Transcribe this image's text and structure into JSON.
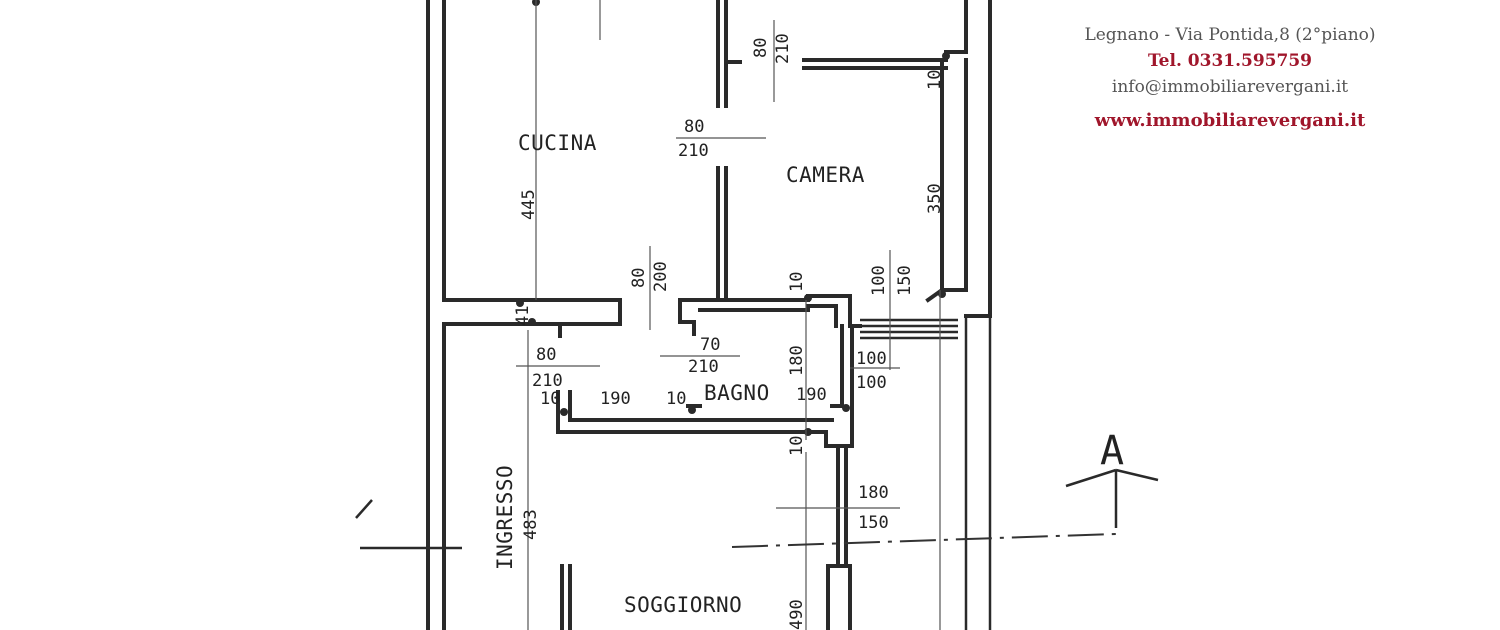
{
  "agency": {
    "address": "Legnano - Via Pontida,8 (2°piano)",
    "phone": "Tel. 0331.595759",
    "email": "info@immobiliarevergani.it",
    "website": "www.immobiliarevergani.it",
    "accent_color": "#a0162b"
  },
  "rooms": {
    "cucina": "CUCINA",
    "camera": "CAMERA",
    "bagno": "BAGNO",
    "ingresso": "INGRESSO",
    "soggiorno": "SOGGIORNO"
  },
  "section_marker": "A",
  "dimensions": {
    "d_80a": "80",
    "d_210a": "210",
    "d_80b": "80",
    "d_210b": "210",
    "d_10a": "10",
    "d_350": "350",
    "d_445": "445",
    "d_80c": "80",
    "d_200": "200",
    "d_10b": "10",
    "d_100a": "100",
    "d_150a": "150",
    "d_41": "41",
    "d_80d": "80",
    "d_210c": "210",
    "d_70": "70",
    "d_210d": "210",
    "d_180a": "180",
    "d_100b": "100",
    "d_100c": "100",
    "d_10c": "10",
    "d_190a": "190",
    "d_10d": "10",
    "d_190b": "190",
    "d_10e": "10",
    "d_180b": "180",
    "d_150b": "150",
    "d_483": "483",
    "d_490": "490"
  }
}
